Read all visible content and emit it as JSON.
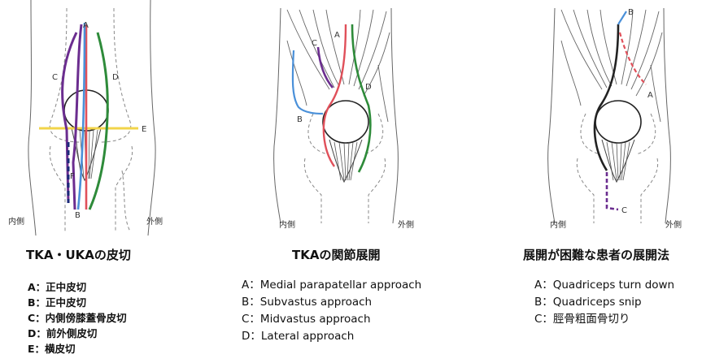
{
  "panels": [
    {
      "title": "TKA・UKAの皮切",
      "medial_label": "内側",
      "lateral_label": "外側",
      "markers": {
        "A": "A",
        "B": "B",
        "C": "C",
        "D": "D",
        "E": "E",
        "F": "F"
      },
      "legend": [
        "A：正中皮切",
        "B：正中皮切",
        "C：内側傍膝蓋骨皮切",
        "D：前外側皮切",
        "E：横皮切"
      ]
    },
    {
      "title": "TKAの関節展開",
      "medial_label": "内側",
      "lateral_label": "外側",
      "markers": {
        "A": "A",
        "B": "B",
        "C": "C",
        "D": "D"
      },
      "legend": [
        "A：Medial parapatellar approach",
        "B：Subvastus approach",
        "C：Midvastus approach",
        "D：Lateral approach"
      ]
    },
    {
      "title": "展開が困難な患者の展開法",
      "medial_label": "内側",
      "lateral_label": "外側",
      "markers": {
        "A": "A",
        "B": "B",
        "C": "C"
      },
      "legend": [
        "A：Quadriceps turn down",
        "B：Quadriceps snip",
        "C：脛骨粗面骨切り"
      ]
    }
  ],
  "colors": {
    "blue": "#4a90d9",
    "purple": "#6b2d8f",
    "red": "#e0505a",
    "green": "#2e8b3a",
    "yellow": "#f2d44a",
    "black": "#222222"
  }
}
